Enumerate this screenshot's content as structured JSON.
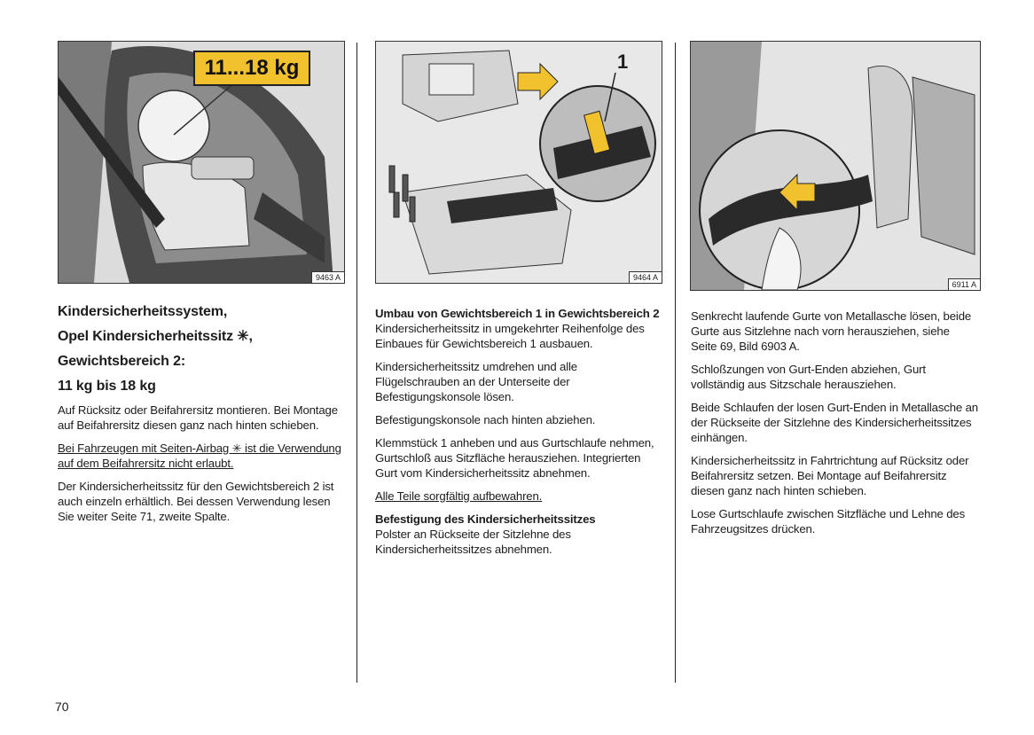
{
  "page_number": "70",
  "col1": {
    "figure_code": "9463 A",
    "weight_badge": "11...18 kg",
    "heading": [
      "Kindersicherheitssystem,",
      "Opel Kindersicherheitssitz ✳,",
      "Gewichtsbereich 2:",
      "11 kg bis 18 kg"
    ],
    "p1": "Auf Rücksitz oder Beifahrersitz montieren. Bei Montage auf Beifahrersitz diesen ganz nach hinten schieben.",
    "p2": "Bei Fahrzeugen mit Seiten-Airbag ✳ ist die Verwendung auf dem Beifahrersitz nicht erlaubt.",
    "p3": "Der Kindersicherheitssitz für den Gewichtsbereich 2 ist auch einzeln erhältlich. Bei dessen Verwendung lesen Sie weiter Seite 71, zweite Spalte."
  },
  "col2": {
    "figure_code": "9464 A",
    "callout": "1",
    "heading": "Umbau von Gewichtsbereich 1 in Gewichtsbereich 2",
    "p1": "Kindersicherheitssitz in umgekehrter Reihenfolge des Einbaues für Gewichtsbereich 1 ausbauen.",
    "p2": "Kindersicherheitssitz umdrehen und alle Flügelschrauben an der Unterseite der Befestigungskonsole lösen.",
    "p3": "Befestigungskonsole nach hinten abziehen.",
    "p4": "Klemmstück 1 anheben und aus Gurtschlaufe nehmen, Gurtschloß aus Sitzfläche herausziehen. Integrierten Gurt vom Kindersicherheitssitz abnehmen.",
    "p5": "Alle Teile sorgfältig aufbewahren.",
    "sub_heading": "Befestigung des Kindersicherheitssitzes",
    "p6": "Polster an Rückseite der Sitzlehne des Kindersicherheitssitzes abnehmen."
  },
  "col3": {
    "figure_code": "6911 A",
    "p1": "Senkrecht laufende Gurte von Metallasche lösen, beide Gurte aus Sitzlehne nach vorn herausziehen, siehe Seite 69, Bild 6903 A.",
    "p2": "Schloßzungen von Gurt-Enden abziehen, Gurt vollständig aus Sitzschale herausziehen.",
    "p3": "Beide Schlaufen der losen Gurt-Enden in Metallasche an der Rückseite der Sitzlehne des Kindersicherheitssitzes einhängen.",
    "p4": "Kindersicherheitssitz in Fahrtrichtung auf Rücksitz oder Beifahrersitz setzen. Bei Montage auf Beifahrersitz diesen ganz nach hinten schieben.",
    "p5": "Lose Gurtschlaufe zwischen Sitzfläche und Lehne des Fahrzeugsitzes drücken."
  }
}
